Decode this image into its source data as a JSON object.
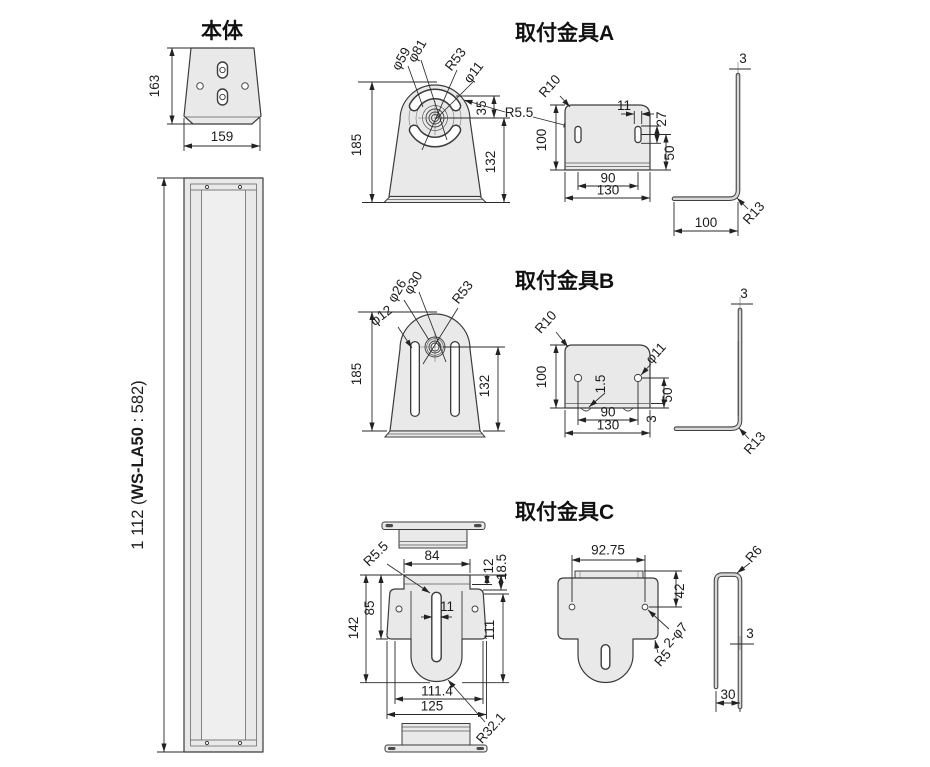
{
  "colors": {
    "part_fill": "#e9e9e9",
    "line": "#3c3c3c",
    "text": "#1c1c1c",
    "background": "#ffffff"
  },
  "body": {
    "title": "本体",
    "top": {
      "height": "163",
      "width": "159"
    },
    "front": {
      "dim_prefix": "1 112 (",
      "dim_model": "WS-LA50",
      "dim_suffix": " : 582)"
    }
  },
  "bracket_a": {
    "title": "取付金具A",
    "front": {
      "phi59": "φ59",
      "phi81": "φ81",
      "r53": "R53",
      "phi11": "φ11",
      "d35": "35",
      "d185": "185",
      "d132": "132",
      "r5_5": "R5.5"
    },
    "top": {
      "r10": "R10",
      "d100": "100",
      "d11": "11",
      "d27": "27",
      "d50": "50",
      "d90": "90",
      "d130": "130"
    },
    "side": {
      "d3": "3",
      "r13": "R13",
      "d100": "100"
    }
  },
  "bracket_b": {
    "title": "取付金具B",
    "front": {
      "phi26": "φ26",
      "phi30": "φ30",
      "r53": "R53",
      "phi12": "φ12",
      "d185": "185",
      "d132": "132"
    },
    "top": {
      "r10": "R10",
      "d100": "100",
      "d1_5": "1.5",
      "phi11": "φ11",
      "d50": "50",
      "d3": "3",
      "d90": "90",
      "d130": "130"
    },
    "side": {
      "d3": "3",
      "r13": "R13"
    }
  },
  "bracket_c": {
    "title": "取付金具C",
    "front": {
      "r5_5": "R5.5",
      "d84": "84",
      "d12": "12",
      "d18_5": "18.5",
      "d85": "85",
      "d142": "142",
      "d11": "11",
      "d111": "111",
      "d111_4": "111.4",
      "d125": "125",
      "r32_1": "R32.1"
    },
    "rear": {
      "d92_75": "92.75",
      "d42": "42",
      "holes": "2-φ7",
      "r5": "R5"
    },
    "side": {
      "r6": "R6",
      "d3": "3",
      "d30": "30"
    }
  }
}
